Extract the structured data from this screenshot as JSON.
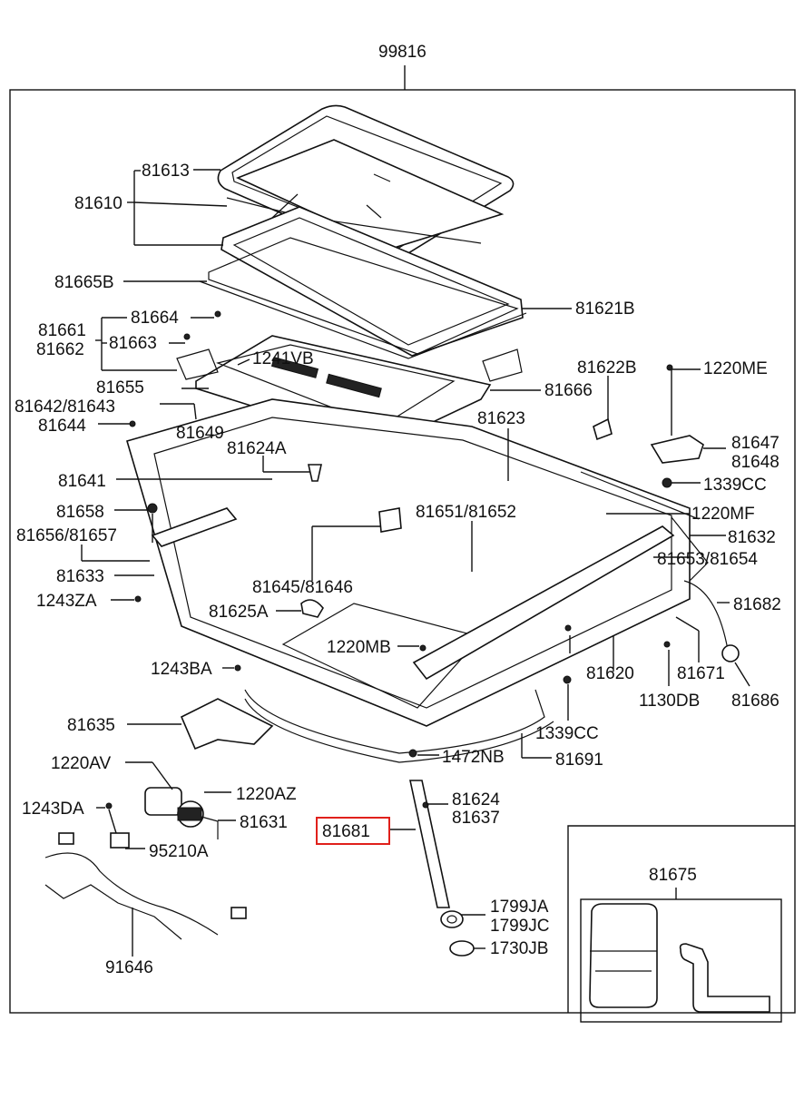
{
  "labels": {
    "a99816": "99816",
    "a81613": "81613",
    "a81610": "81610",
    "a81665B": "81665B",
    "a81621B": "81621B",
    "a81661": "81661",
    "a81662": "81662",
    "a81664": "81664",
    "a81663": "81663",
    "a1241VB": "1241VB",
    "a81622B": "81622B",
    "a1220ME": "1220ME",
    "a81655": "81655",
    "a81666": "81666",
    "a81642_81643": "81642/81643",
    "a81644": "81644",
    "a81649": "81649",
    "a81623": "81623",
    "a81647": "81647",
    "a81648": "81648",
    "a81624A": "81624A",
    "a1339CC_top": "1339CC",
    "a81641": "81641",
    "a1220MF": "1220MF",
    "a81651_81652": "81651/81652",
    "a81658": "81658",
    "a81632": "81632",
    "a81656_81657": "81656/81657",
    "a81653_81654": "81653/81654",
    "a81633": "81633",
    "a81645_81646": "81645/81646",
    "a1243ZA": "1243ZA",
    "a81682": "81682",
    "a81625A": "81625A",
    "a1220MB": "1220MB",
    "a81620": "81620",
    "a81671": "81671",
    "a1243BA": "1243BA",
    "a1130DB": "1130DB",
    "a81686": "81686",
    "a81635": "81635",
    "a1339CC_bottom": "1339CC",
    "a1472NB": "1472NB",
    "a81691": "81691",
    "a1220AV": "1220AV",
    "a1220AZ": "1220AZ",
    "a81624": "81624",
    "a81637": "81637",
    "a1243DA": "1243DA",
    "a81631": "81631",
    "a81681": "81681",
    "a95210A": "95210A",
    "a81675": "81675",
    "a1799JA": "1799JA",
    "a1799JC": "1799JC",
    "a1730JB": "1730JB",
    "a91646": "91646"
  },
  "highlight": {
    "label": "81681",
    "color": "#e0201b"
  }
}
